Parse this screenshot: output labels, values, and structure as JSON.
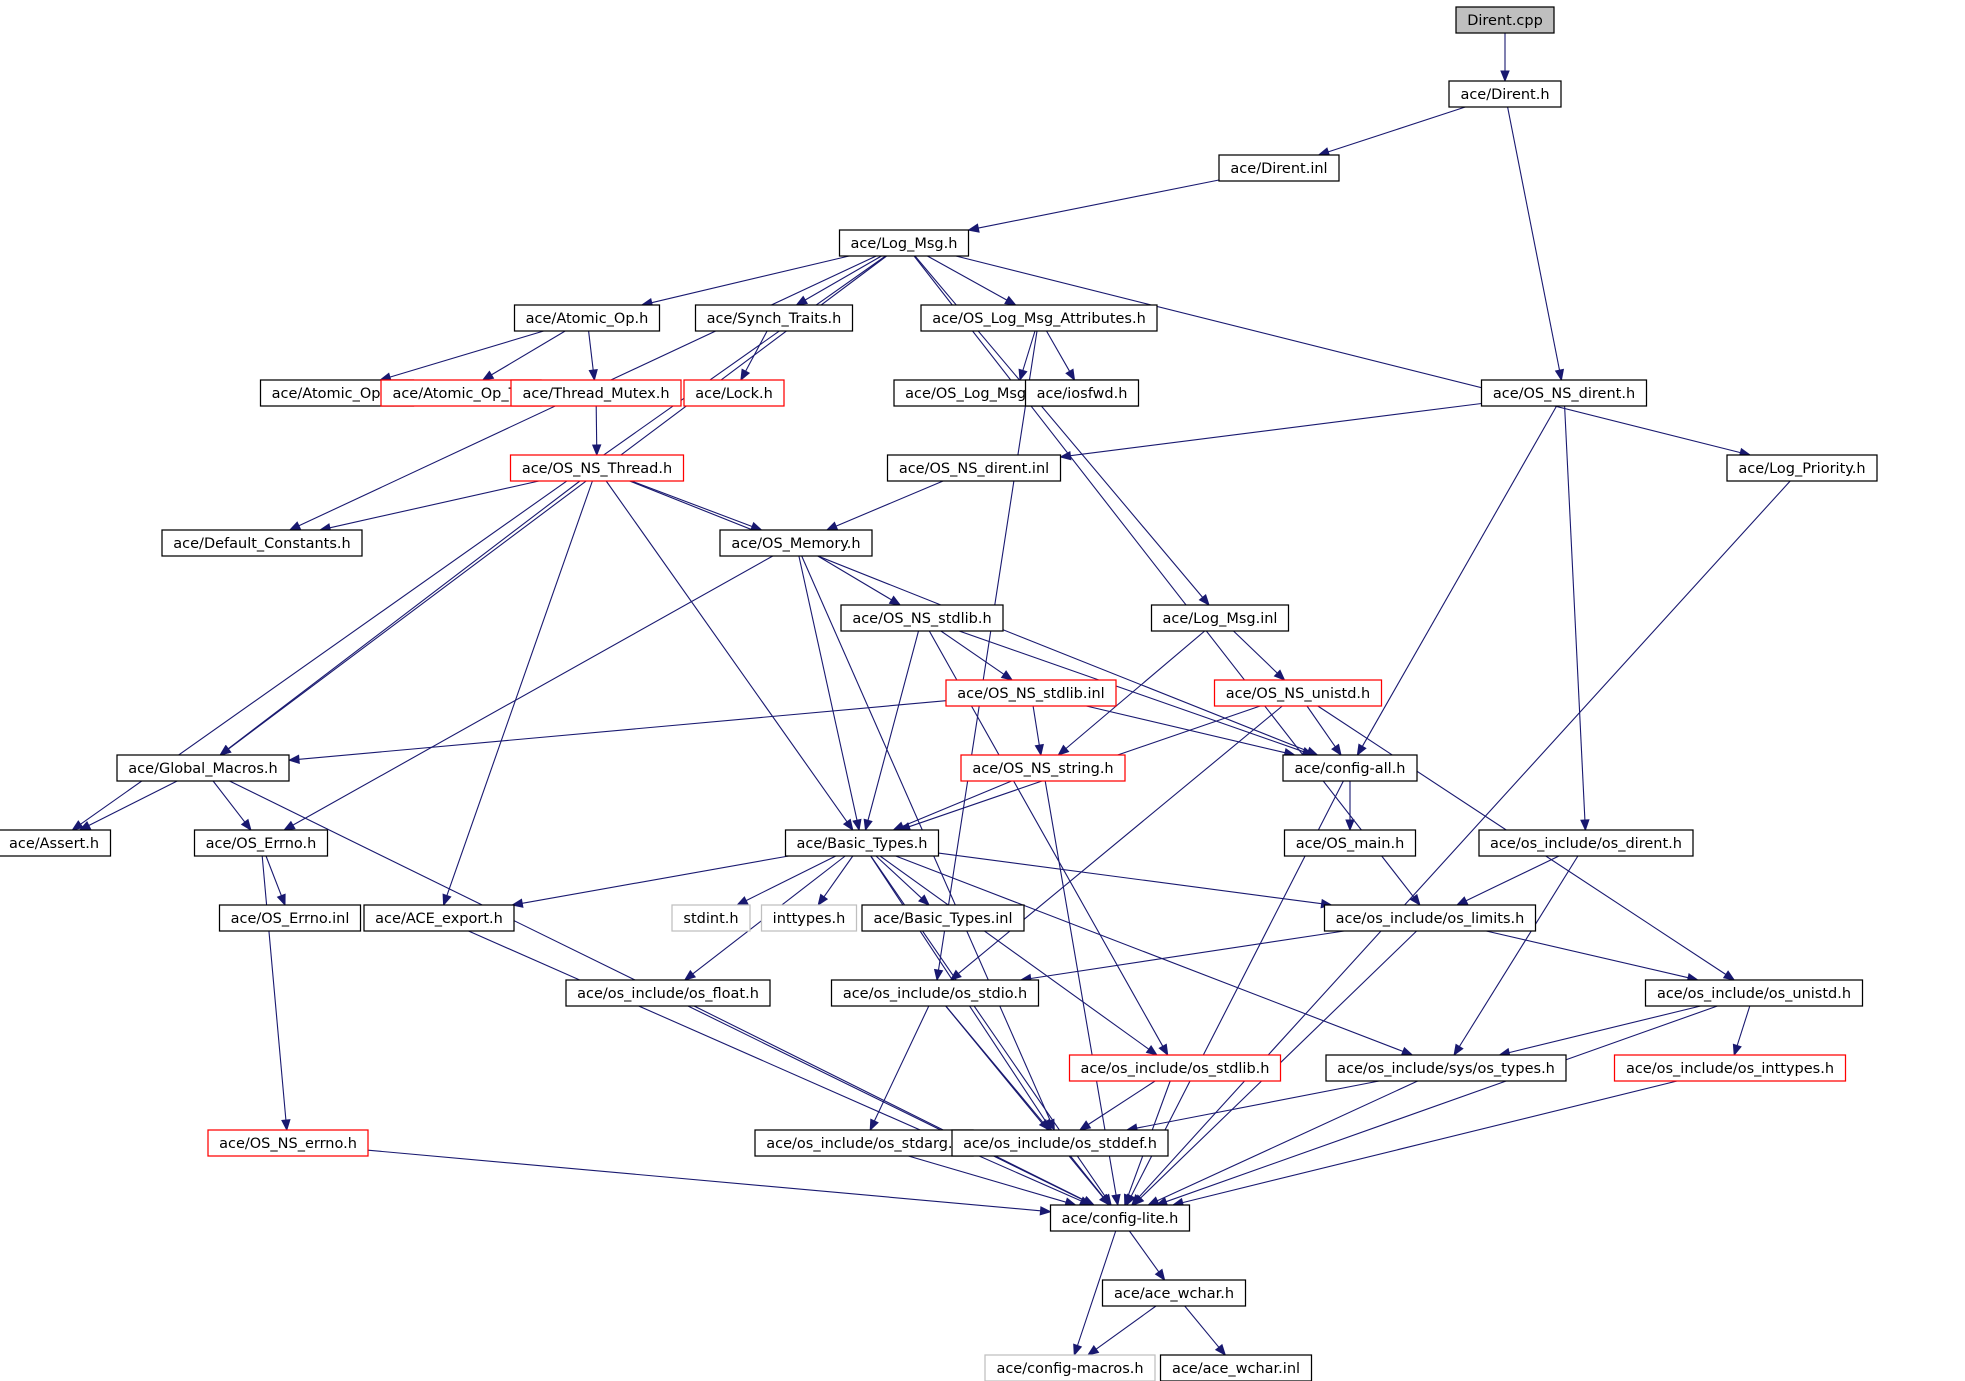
{
  "graph": {
    "nodes": [
      {
        "id": "dirent_cpp",
        "label": "Dirent.cpp",
        "style": "root"
      },
      {
        "id": "dirent_h",
        "label": "ace/Dirent.h",
        "style": "normal"
      },
      {
        "id": "dirent_inl",
        "label": "ace/Dirent.inl",
        "style": "normal"
      },
      {
        "id": "log_msg_h",
        "label": "ace/Log_Msg.h",
        "style": "normal"
      },
      {
        "id": "atomic_op_h",
        "label": "ace/Atomic_Op.h",
        "style": "normal"
      },
      {
        "id": "synch_traits_h",
        "label": "ace/Synch_Traits.h",
        "style": "normal"
      },
      {
        "id": "os_log_msg_attr_h",
        "label": "ace/OS_Log_Msg_Attributes.h",
        "style": "normal"
      },
      {
        "id": "atomic_op_inl",
        "label": "ace/Atomic_Op.inl",
        "style": "normal"
      },
      {
        "id": "atomic_op_t_h",
        "label": "ace/Atomic_Op_T.h",
        "style": "red"
      },
      {
        "id": "thread_mutex_h",
        "label": "ace/Thread_Mutex.h",
        "style": "red"
      },
      {
        "id": "lock_h",
        "label": "ace/Lock.h",
        "style": "red"
      },
      {
        "id": "os_log_msg_attr_inl",
        "label": "ace/OS_Log_Msg_Attributes.inl",
        "style": "normal"
      },
      {
        "id": "iosfwd_h",
        "label": "ace/iosfwd.h",
        "style": "normal"
      },
      {
        "id": "os_ns_dirent_h",
        "label": "ace/OS_NS_dirent.h",
        "style": "normal"
      },
      {
        "id": "os_ns_thread_h",
        "label": "ace/OS_NS_Thread.h",
        "style": "red"
      },
      {
        "id": "os_ns_dirent_inl",
        "label": "ace/OS_NS_dirent.inl",
        "style": "normal"
      },
      {
        "id": "log_priority_h",
        "label": "ace/Log_Priority.h",
        "style": "normal"
      },
      {
        "id": "default_constants_h",
        "label": "ace/Default_Constants.h",
        "style": "normal"
      },
      {
        "id": "os_memory_h",
        "label": "ace/OS_Memory.h",
        "style": "normal"
      },
      {
        "id": "os_ns_stdlib_h",
        "label": "ace/OS_NS_stdlib.h",
        "style": "normal"
      },
      {
        "id": "log_msg_inl",
        "label": "ace/Log_Msg.inl",
        "style": "normal"
      },
      {
        "id": "os_ns_stdlib_inl",
        "label": "ace/OS_NS_stdlib.inl",
        "style": "red"
      },
      {
        "id": "os_ns_unistd_h",
        "label": "ace/OS_NS_unistd.h",
        "style": "red"
      },
      {
        "id": "global_macros_h",
        "label": "ace/Global_Macros.h",
        "style": "normal"
      },
      {
        "id": "os_ns_string_h",
        "label": "ace/OS_NS_string.h",
        "style": "red"
      },
      {
        "id": "config_all_h",
        "label": "ace/config-all.h",
        "style": "normal"
      },
      {
        "id": "assert_h",
        "label": "ace/Assert.h",
        "style": "normal"
      },
      {
        "id": "os_errno_h",
        "label": "ace/OS_Errno.h",
        "style": "normal"
      },
      {
        "id": "basic_types_h",
        "label": "ace/Basic_Types.h",
        "style": "normal"
      },
      {
        "id": "os_main_h",
        "label": "ace/OS_main.h",
        "style": "normal"
      },
      {
        "id": "os_dirent_h",
        "label": "ace/os_include/os_dirent.h",
        "style": "normal"
      },
      {
        "id": "os_errno_inl",
        "label": "ace/OS_Errno.inl",
        "style": "normal"
      },
      {
        "id": "ace_export_h",
        "label": "ace/ACE_export.h",
        "style": "normal"
      },
      {
        "id": "stdint_h",
        "label": "stdint.h",
        "style": "grey"
      },
      {
        "id": "inttypes_h",
        "label": "inttypes.h",
        "style": "grey"
      },
      {
        "id": "basic_types_inl",
        "label": "ace/Basic_Types.inl",
        "style": "normal"
      },
      {
        "id": "os_limits_h",
        "label": "ace/os_include/os_limits.h",
        "style": "normal"
      },
      {
        "id": "os_float_h",
        "label": "ace/os_include/os_float.h",
        "style": "normal"
      },
      {
        "id": "os_stdio_h",
        "label": "ace/os_include/os_stdio.h",
        "style": "normal"
      },
      {
        "id": "os_unistd_h",
        "label": "ace/os_include/os_unistd.h",
        "style": "normal"
      },
      {
        "id": "os_stdlib_h",
        "label": "ace/os_include/os_stdlib.h",
        "style": "red"
      },
      {
        "id": "sys_os_types_h",
        "label": "ace/os_include/sys/os_types.h",
        "style": "normal"
      },
      {
        "id": "os_inttypes_h",
        "label": "ace/os_include/os_inttypes.h",
        "style": "red"
      },
      {
        "id": "os_ns_errno_h",
        "label": "ace/OS_NS_errno.h",
        "style": "red"
      },
      {
        "id": "os_stdarg_h",
        "label": "ace/os_include/os_stdarg.h",
        "style": "normal"
      },
      {
        "id": "os_stddef_h",
        "label": "ace/os_include/os_stddef.h",
        "style": "normal"
      },
      {
        "id": "config_lite_h",
        "label": "ace/config-lite.h",
        "style": "normal"
      },
      {
        "id": "ace_wchar_h",
        "label": "ace/ace_wchar.h",
        "style": "normal"
      },
      {
        "id": "config_macros_h",
        "label": "ace/config-macros.h",
        "style": "grey"
      },
      {
        "id": "ace_wchar_inl",
        "label": "ace/ace_wchar.inl",
        "style": "normal"
      }
    ],
    "edges": [
      [
        "dirent_cpp",
        "dirent_h"
      ],
      [
        "dirent_h",
        "dirent_inl"
      ],
      [
        "dirent_h",
        "os_ns_dirent_h"
      ],
      [
        "dirent_inl",
        "log_msg_h"
      ],
      [
        "log_msg_h",
        "atomic_op_h"
      ],
      [
        "log_msg_h",
        "synch_traits_h"
      ],
      [
        "log_msg_h",
        "os_log_msg_attr_h"
      ],
      [
        "log_msg_h",
        "default_constants_h"
      ],
      [
        "log_msg_h",
        "global_macros_h"
      ],
      [
        "log_msg_h",
        "assert_h"
      ],
      [
        "log_msg_h",
        "log_msg_inl"
      ],
      [
        "log_msg_h",
        "os_limits_h"
      ],
      [
        "log_msg_h",
        "log_priority_h"
      ],
      [
        "atomic_op_h",
        "atomic_op_inl"
      ],
      [
        "atomic_op_h",
        "atomic_op_t_h"
      ],
      [
        "atomic_op_h",
        "thread_mutex_h"
      ],
      [
        "synch_traits_h",
        "lock_h"
      ],
      [
        "os_log_msg_attr_h",
        "os_log_msg_attr_inl"
      ],
      [
        "os_log_msg_attr_h",
        "iosfwd_h"
      ],
      [
        "os_log_msg_attr_h",
        "os_stdio_h"
      ],
      [
        "thread_mutex_h",
        "os_ns_thread_h"
      ],
      [
        "os_ns_thread_h",
        "default_constants_h"
      ],
      [
        "os_ns_thread_h",
        "os_memory_h"
      ],
      [
        "os_ns_thread_h",
        "global_macros_h"
      ],
      [
        "os_ns_thread_h",
        "basic_types_h"
      ],
      [
        "os_ns_thread_h",
        "ace_export_h"
      ],
      [
        "os_ns_thread_h",
        "config_all_h"
      ],
      [
        "os_ns_dirent_h",
        "os_ns_dirent_inl"
      ],
      [
        "os_ns_dirent_h",
        "config_all_h"
      ],
      [
        "os_ns_dirent_h",
        "os_dirent_h"
      ],
      [
        "os_ns_dirent_inl",
        "os_memory_h"
      ],
      [
        "os_memory_h",
        "os_ns_stdlib_h"
      ],
      [
        "os_memory_h",
        "os_errno_h"
      ],
      [
        "os_memory_h",
        "basic_types_h"
      ],
      [
        "os_memory_h",
        "os_stddef_h"
      ],
      [
        "os_ns_stdlib_h",
        "os_ns_stdlib_inl"
      ],
      [
        "os_ns_stdlib_h",
        "basic_types_h"
      ],
      [
        "os_ns_stdlib_h",
        "config_all_h"
      ],
      [
        "os_ns_stdlib_h",
        "os_stdlib_h"
      ],
      [
        "log_msg_inl",
        "os_ns_unistd_h"
      ],
      [
        "log_msg_inl",
        "os_ns_string_h"
      ],
      [
        "os_ns_stdlib_inl",
        "global_macros_h"
      ],
      [
        "os_ns_stdlib_inl",
        "os_ns_string_h"
      ],
      [
        "os_ns_stdlib_inl",
        "config_all_h"
      ],
      [
        "os_ns_unistd_h",
        "config_all_h"
      ],
      [
        "os_ns_unistd_h",
        "basic_types_h"
      ],
      [
        "os_ns_unistd_h",
        "os_stdio_h"
      ],
      [
        "os_ns_unistd_h",
        "os_unistd_h"
      ],
      [
        "os_ns_string_h",
        "basic_types_h"
      ],
      [
        "os_ns_string_h",
        "config_lite_h"
      ],
      [
        "global_macros_h",
        "assert_h"
      ],
      [
        "global_macros_h",
        "os_errno_h"
      ],
      [
        "global_macros_h",
        "config_lite_h"
      ],
      [
        "config_all_h",
        "os_main_h"
      ],
      [
        "config_all_h",
        "config_lite_h"
      ],
      [
        "os_errno_h",
        "os_errno_inl"
      ],
      [
        "os_errno_h",
        "os_ns_errno_h"
      ],
      [
        "basic_types_h",
        "ace_export_h"
      ],
      [
        "basic_types_h",
        "stdint_h"
      ],
      [
        "basic_types_h",
        "inttypes_h"
      ],
      [
        "basic_types_h",
        "basic_types_inl"
      ],
      [
        "basic_types_h",
        "os_limits_h"
      ],
      [
        "basic_types_h",
        "os_float_h"
      ],
      [
        "basic_types_h",
        "os_stdlib_h"
      ],
      [
        "basic_types_h",
        "sys_os_types_h"
      ],
      [
        "basic_types_h",
        "os_stddef_h"
      ],
      [
        "basic_types_h",
        "config_lite_h"
      ],
      [
        "os_dirent_h",
        "os_limits_h"
      ],
      [
        "os_dirent_h",
        "sys_os_types_h"
      ],
      [
        "os_limits_h",
        "os_stdio_h"
      ],
      [
        "os_limits_h",
        "os_unistd_h"
      ],
      [
        "os_limits_h",
        "config_lite_h"
      ],
      [
        "ace_export_h",
        "config_lite_h"
      ],
      [
        "os_float_h",
        "config_lite_h"
      ],
      [
        "os_stdio_h",
        "os_stdarg_h"
      ],
      [
        "os_stdio_h",
        "os_stddef_h"
      ],
      [
        "os_stdio_h",
        "config_lite_h"
      ],
      [
        "os_unistd_h",
        "sys_os_types_h"
      ],
      [
        "os_unistd_h",
        "os_inttypes_h"
      ],
      [
        "os_unistd_h",
        "config_lite_h"
      ],
      [
        "os_stdlib_h",
        "os_stddef_h"
      ],
      [
        "os_stdlib_h",
        "config_lite_h"
      ],
      [
        "sys_os_types_h",
        "os_stddef_h"
      ],
      [
        "sys_os_types_h",
        "config_lite_h"
      ],
      [
        "os_inttypes_h",
        "config_lite_h"
      ],
      [
        "os_ns_errno_h",
        "config_lite_h"
      ],
      [
        "os_stdarg_h",
        "config_lite_h"
      ],
      [
        "os_stddef_h",
        "config_lite_h"
      ],
      [
        "config_lite_h",
        "ace_wchar_h"
      ],
      [
        "config_lite_h",
        "config_macros_h"
      ],
      [
        "ace_wchar_h",
        "config_macros_h"
      ],
      [
        "ace_wchar_h",
        "ace_wchar_inl"
      ],
      [
        "log_priority_h",
        "config_lite_h"
      ]
    ],
    "colors": {
      "edge": "#191970",
      "border_normal": "#000000",
      "border_red": "#ff0000",
      "border_grey": "#bfbfbf",
      "root_fill": "#bfbfbf"
    }
  }
}
